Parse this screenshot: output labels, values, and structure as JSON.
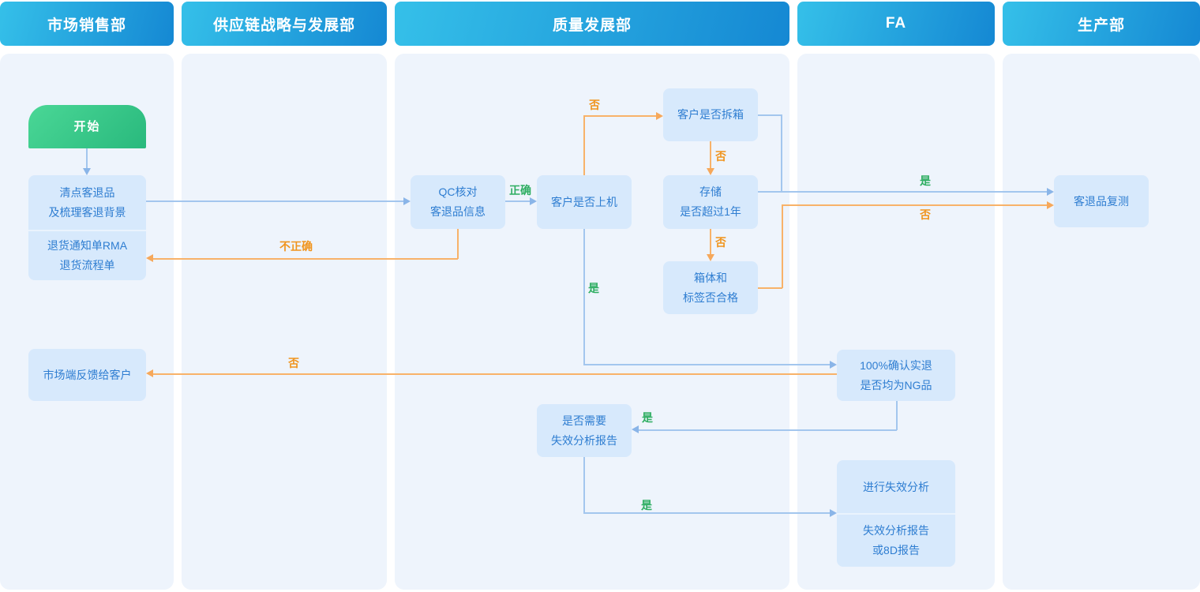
{
  "lanes": [
    {
      "label": "市场销售部"
    },
    {
      "label": "供应链战略与发展部"
    },
    {
      "label": "质量发展部"
    },
    {
      "label": "FA"
    },
    {
      "label": "生产部"
    }
  ],
  "nodes": {
    "start": {
      "label": "开始"
    },
    "count_returns": {
      "line1": "清点客退品",
      "line2": "及梳理客退背景"
    },
    "rma": {
      "line1": "退货通知单RMA",
      "line2": "退货流程单"
    },
    "feedback": {
      "label": "市场端反馈给客户"
    },
    "qc_check": {
      "line1": "QC核对",
      "line2": "客退品信息"
    },
    "on_machine": {
      "label": "客户是否上机"
    },
    "unboxed": {
      "label": "客户是否拆箱"
    },
    "storage": {
      "line1": "存储",
      "line2": "是否超过1年"
    },
    "box_label_ok": {
      "line1": "箱体和",
      "line2": "标签否合格"
    },
    "confirm_ng": {
      "line1": "100%确认实退",
      "line2": "是否均为NG品"
    },
    "need_fa_report": {
      "line1": "是否需要",
      "line2": "失效分析报告"
    },
    "do_fa": {
      "label": "进行失效分析"
    },
    "fa_report": {
      "line1": "失效分析报告",
      "line2": "或8D报告"
    },
    "retest": {
      "label": "客退品复测"
    }
  },
  "edge_labels": {
    "correct": "正确",
    "incorrect": "不正确",
    "yes": "是",
    "no": "否"
  },
  "colors": {
    "header_gradient_start": "#35c0e9",
    "header_gradient_end": "#1588d3",
    "lane_body": "#eef4fc",
    "node_fill": "#d7e9fc",
    "node_text": "#2e7dd1",
    "start_gradient_start": "#4ad796",
    "start_gradient_end": "#29b97d",
    "line_blue": "#a3c6ee",
    "line_orange": "#f8b269",
    "label_green": "#2fae62",
    "label_orange": "#f0941d"
  }
}
